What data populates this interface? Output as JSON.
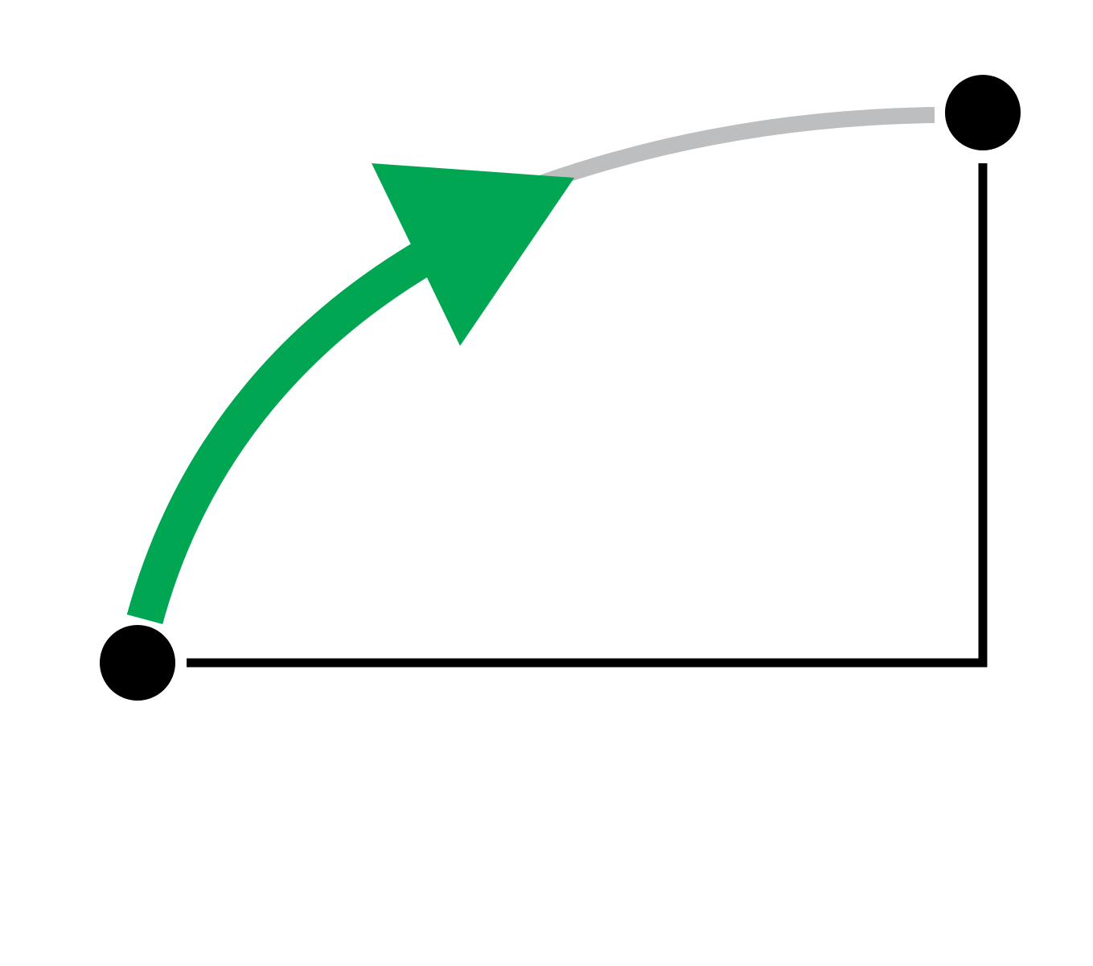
{
  "diagram": {
    "type": "rotation-arc",
    "elements": [
      {
        "name": "start-point",
        "shape": "filled-circle",
        "role": "origin"
      },
      {
        "name": "end-point",
        "shape": "filled-circle",
        "role": "target"
      },
      {
        "name": "horizontal-leg",
        "shape": "line",
        "role": "right-angle-base"
      },
      {
        "name": "vertical-leg",
        "shape": "line",
        "role": "right-angle-side"
      },
      {
        "name": "progress-arc",
        "shape": "arrow-arc",
        "role": "completed-path"
      },
      {
        "name": "remaining-arc",
        "shape": "arc",
        "role": "remaining-path"
      }
    ],
    "progress_fraction": 0.58
  },
  "colors": {
    "background": "#ffffff",
    "point": "#000000",
    "legs": "#000000",
    "progress_arc": "#00a651",
    "remaining_arc": "#bcbec0",
    "outline": "#ffffff"
  }
}
